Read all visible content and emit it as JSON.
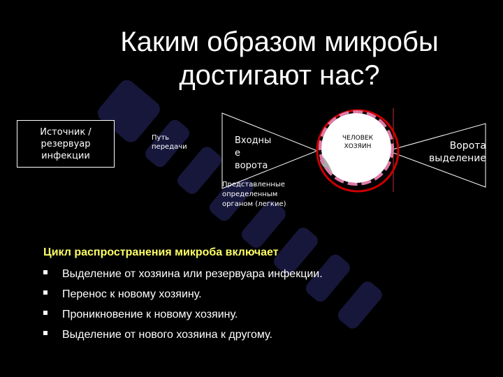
{
  "title": {
    "line1": "Каким образом микробы",
    "line2": "достигают нас?"
  },
  "diagram": {
    "source": "Источник / резервуар инфекции",
    "path_line1": "Путь",
    "path_line2": "передачи",
    "entry_line1": "Входны",
    "entry_line2": "е",
    "entry_line3": "ворота",
    "host_line1": "ЧЕЛОВЕК",
    "host_line2": "ХОЗЯИН",
    "exit_line1": "Ворота",
    "exit_line2": "выделение",
    "organ_line1": "Представленные",
    "organ_line2": "определенным",
    "organ_line3": "органом (легкие)"
  },
  "cycle": {
    "heading": "Цикл распространения микроба включает",
    "items": [
      "Выделение от хозяина или резервуара инфекции.",
      "Перенос к новому хозяину.",
      "Проникновение к новому хозяину.",
      "Выделение от нового хозяина к другому."
    ]
  },
  "colors": {
    "heading": "#ffff66",
    "ring": "#cc0000",
    "dashed": "#e07aa8",
    "watermark": "#2a2a6e"
  }
}
